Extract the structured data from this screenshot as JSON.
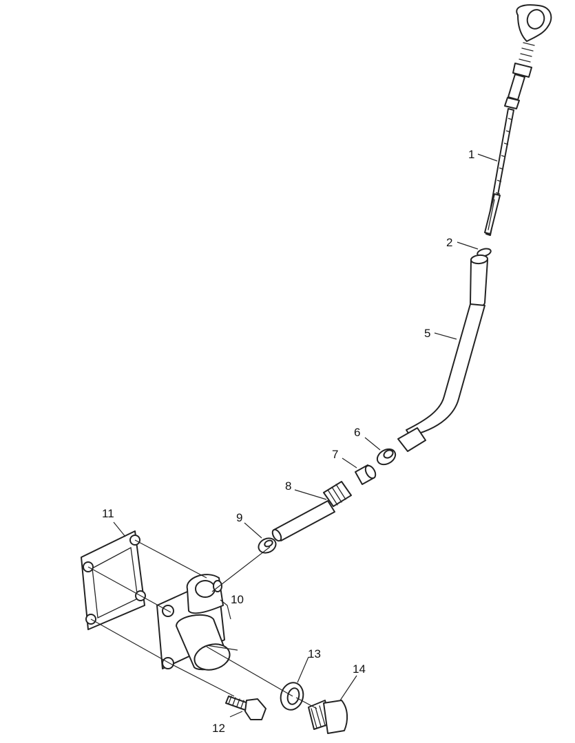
{
  "callouts": {
    "c1": "1",
    "c2": "2",
    "c5": "5",
    "c6": "6",
    "c7": "7",
    "c8": "8",
    "c9": "9",
    "c10": "10",
    "c11": "11",
    "c12": "12",
    "c13": "13",
    "c14": "14"
  }
}
